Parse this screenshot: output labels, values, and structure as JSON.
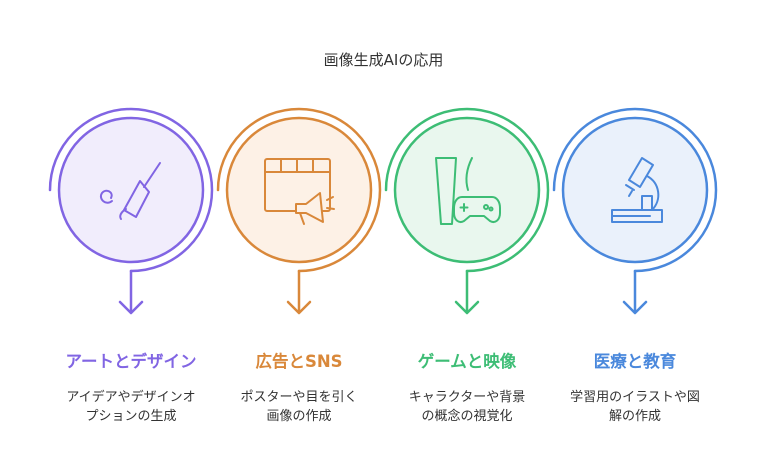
{
  "title": "画像生成AIの応用",
  "items": [
    {
      "heading": "アートとデザイン",
      "description": "アイデアやデザインオプションの生成",
      "icon": "paintbrush-icon",
      "color": "#8165e3",
      "fill": "#f1edfc"
    },
    {
      "heading": "広告とSNS",
      "description": "ポスターや目を引く画像の作成",
      "icon": "billboard-megaphone-icon",
      "color": "#d9883a",
      "fill": "#fdf1e6"
    },
    {
      "heading": "ゲームと映像",
      "description": "キャラクターや背景の概念の視覚化",
      "icon": "film-gamepad-icon",
      "color": "#3dbd75",
      "fill": "#e9f7ee"
    },
    {
      "heading": "医療と教育",
      "description": "学習用のイラストや図解の作成",
      "icon": "microscope-icon",
      "color": "#4a88dc",
      "fill": "#eaf1fb"
    }
  ]
}
